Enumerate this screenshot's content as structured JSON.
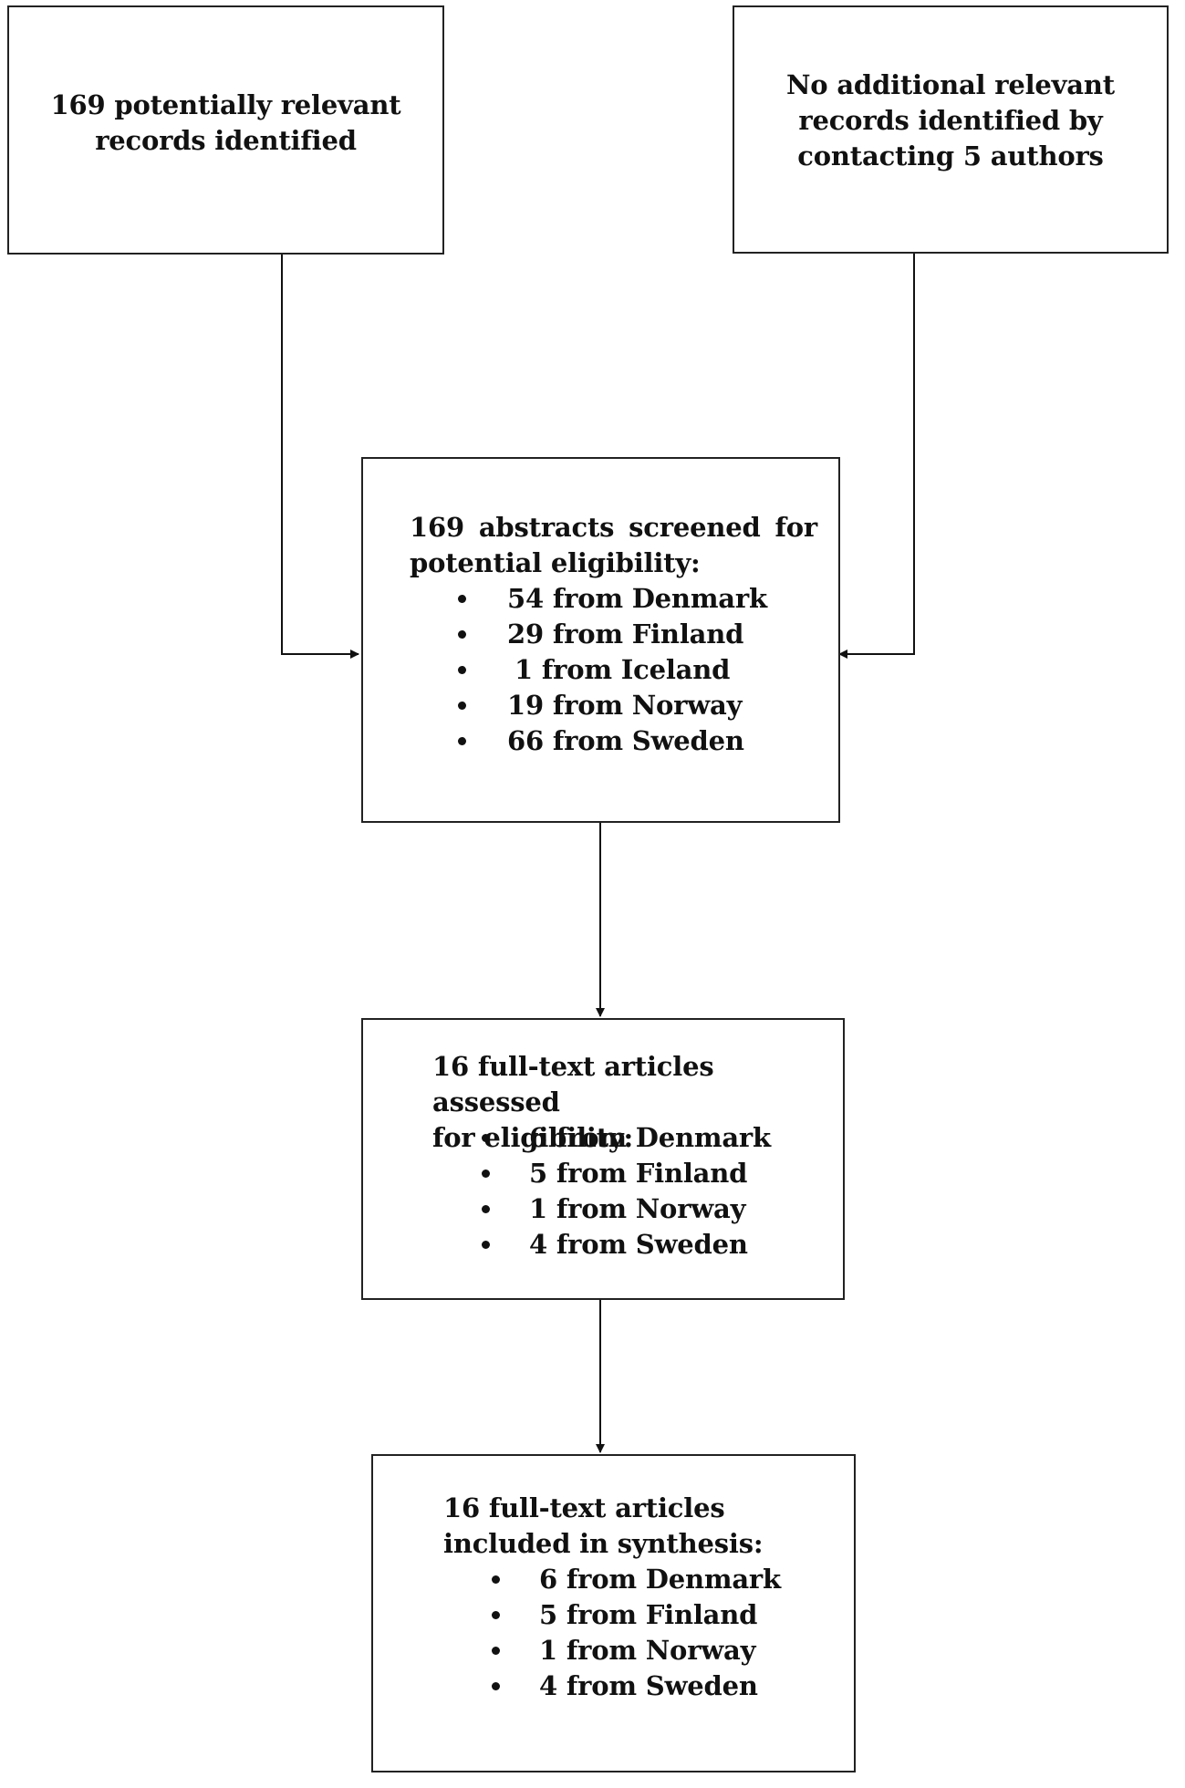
{
  "boxes": {
    "identified": {
      "lines": [
        "169 potentially relevant",
        "records identified"
      ]
    },
    "additional": {
      "lines": [
        "No additional relevant",
        "records identified by",
        "contacting 5 authors"
      ]
    },
    "screened": {
      "heading": [
        "169 abstracts screened for",
        "potential eligibility:"
      ],
      "items": [
        "54 from Denmark",
        "29 from Finland",
        "1 from Iceland",
        "19 from Norway",
        "66 from Sweden"
      ]
    },
    "assessed": {
      "heading": [
        "16 full-text articles assessed",
        "for eligibility:"
      ],
      "items": [
        "6 from Denmark",
        "5 from Finland",
        "1 from Norway",
        "4 from Sweden"
      ]
    },
    "included": {
      "heading": [
        "16 full-text articles",
        "included in synthesis:"
      ],
      "items": [
        "6 from Denmark",
        "5 from Finland",
        "1 from Norway",
        "4 from Sweden"
      ]
    }
  }
}
